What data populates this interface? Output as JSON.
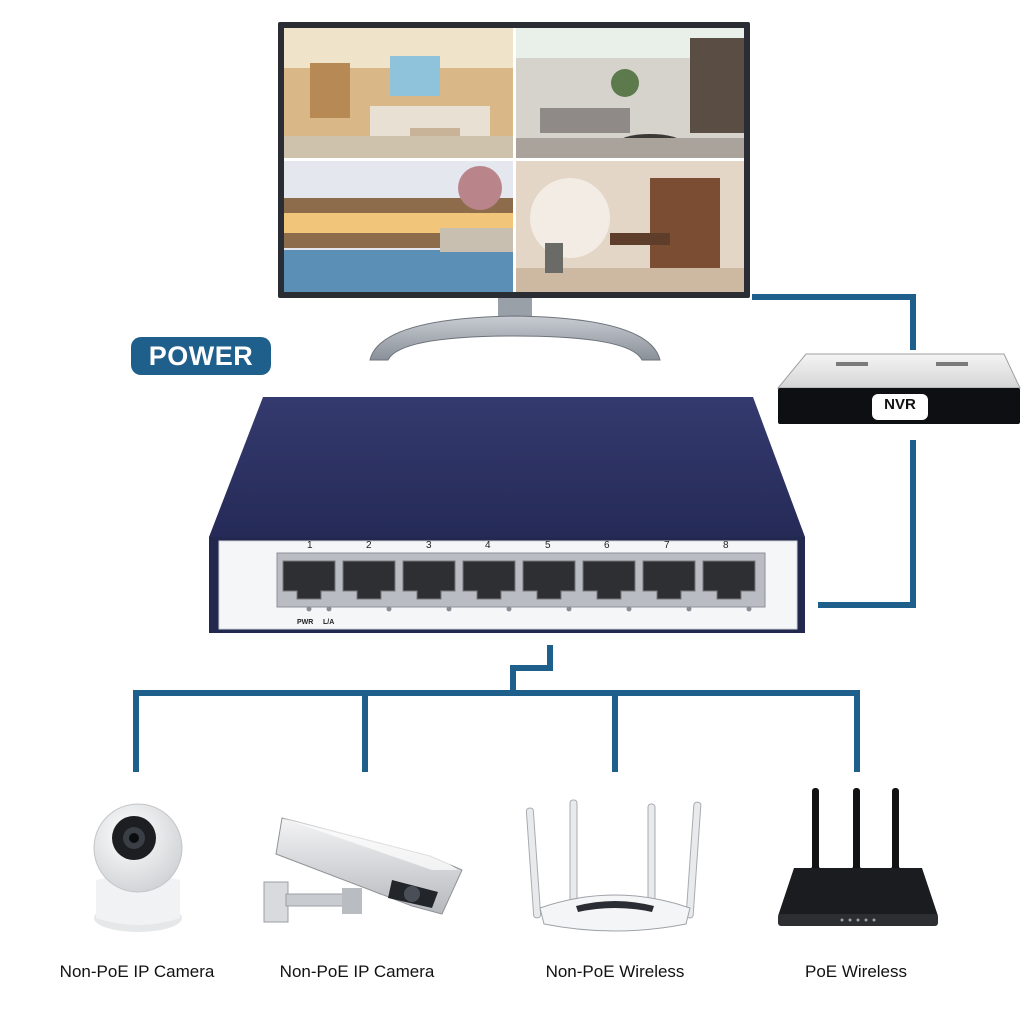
{
  "power_label": "POWER",
  "nvr_label": "NVR",
  "port_numbers": [
    "1",
    "2",
    "3",
    "4",
    "5",
    "6",
    "7",
    "8"
  ],
  "led_labels": {
    "pwr": "PWR",
    "la": "L/A"
  },
  "devices": [
    {
      "label": "Non-PoE IP Camera"
    },
    {
      "label": "Non-PoE IP Camera"
    },
    {
      "label": "Non-PoE Wireless"
    },
    {
      "label": "PoE Wireless"
    }
  ],
  "colors": {
    "line": "#1f5f8b",
    "switch_body": "#2b3163",
    "badge": "#1f5f8b"
  },
  "icons": {
    "monitor": "monitor-icon",
    "nvr": "nvr-device-icon",
    "switch": "ethernet-switch-icon",
    "dome_camera": "dome-camera-icon",
    "bullet_camera": "bullet-camera-icon",
    "router_white": "wireless-router-icon",
    "router_black": "poe-wireless-router-icon"
  }
}
